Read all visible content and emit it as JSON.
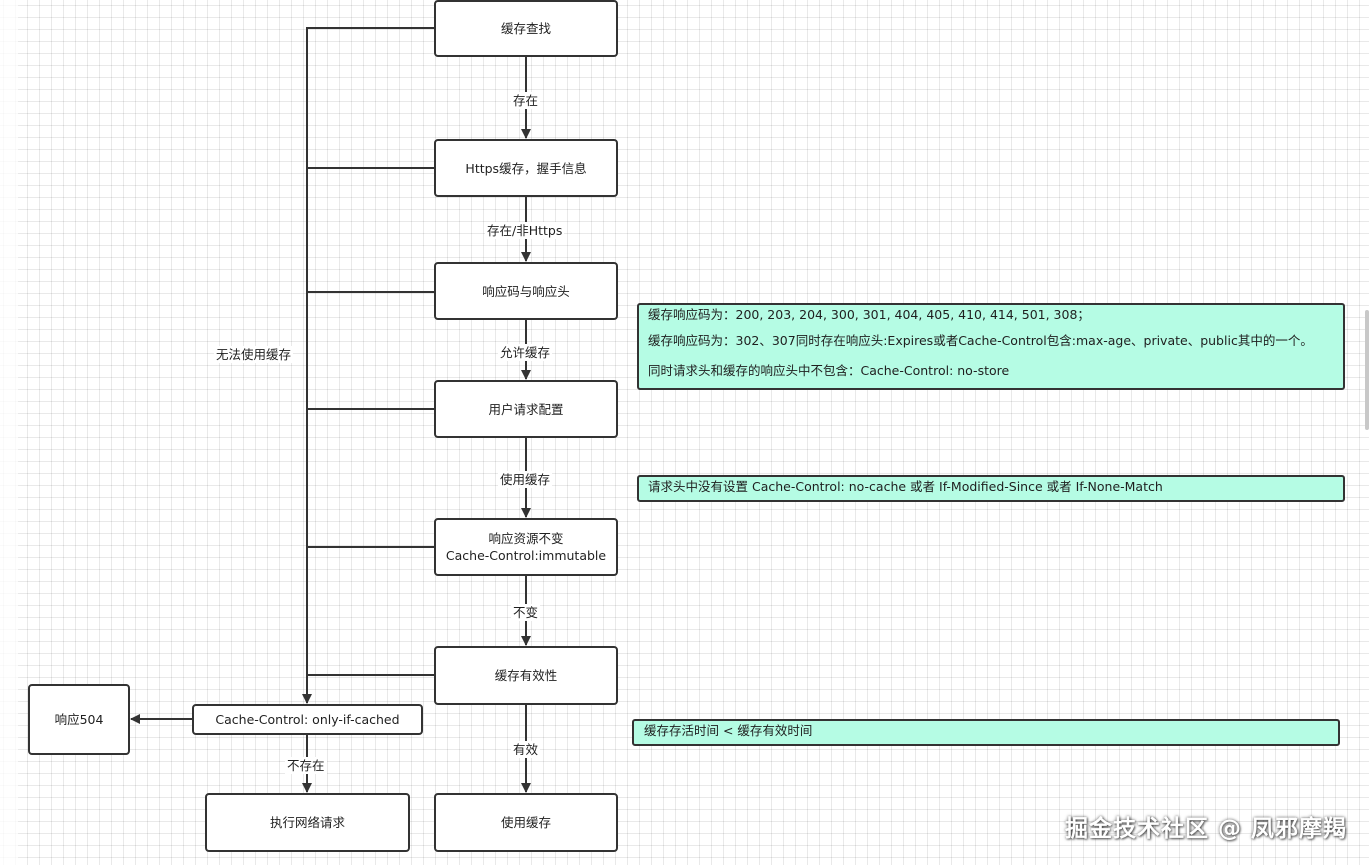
{
  "nodes": {
    "cache_lookup": "缓存查找",
    "https_cache": "Https缓存，握手信息",
    "response_code_header": "响应码与响应头",
    "user_request_config": "用户请求配置",
    "immutable_line1": "响应资源不变",
    "immutable_line2": "Cache-Control:immutable",
    "cache_validity": "缓存有效性",
    "only_if_cached": "Cache-Control: only-if-cached",
    "response_504": "响应504",
    "network_request": "执行网络请求",
    "use_cache": "使用缓存"
  },
  "edge_labels": {
    "exists": "存在",
    "exists_non_https": "存在/非Https",
    "allow_cache": "允许缓存",
    "use_cache": "使用缓存",
    "unchanged": "不变",
    "valid": "有效",
    "not_exists": "不存在",
    "cannot_use_cache": "无法使用缓存"
  },
  "notes": {
    "response_codes": [
      "缓存响应码为：200, 203, 204, 300, 301, 404, 405, 410, 414, 501, 308；",
      "缓存响应码为：302、307同时存在响应头:Expires或者Cache-Control包含:max-age、private、public其中的一个。",
      "同时请求头和缓存的响应头中不包含：Cache-Control: no-store"
    ],
    "request_headers": "请求头中没有设置 Cache-Control: no-cache 或者 If-Modified-Since 或者 If-None-Match",
    "cache_age": "缓存存活时间 < 缓存有效时间"
  },
  "watermark": "掘金技术社区 @ 凤邪摩羯",
  "colors": {
    "note_fill": "#b5fce4",
    "stroke": "#333333"
  }
}
